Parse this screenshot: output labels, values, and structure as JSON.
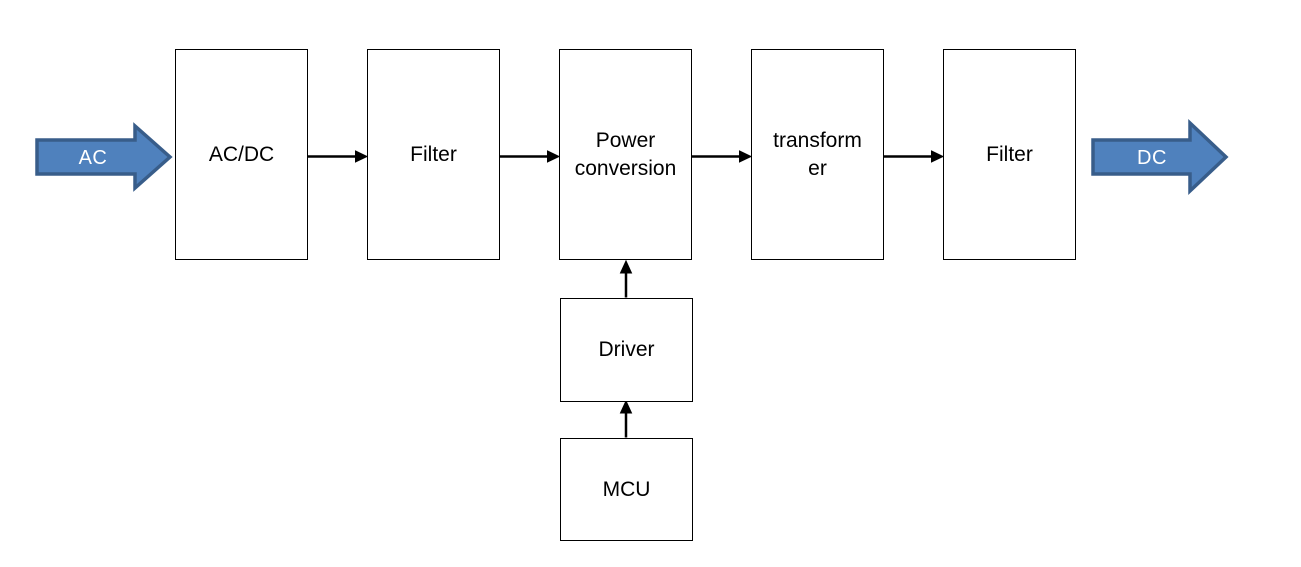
{
  "io": {
    "input_label": "AC",
    "output_label": "DC"
  },
  "stages": [
    {
      "label": "AC/DC"
    },
    {
      "label": "Filter"
    },
    {
      "label": "Power\nconversion"
    },
    {
      "label": "transform\ner"
    },
    {
      "label": "Filter"
    }
  ],
  "control": [
    {
      "label": "Driver"
    },
    {
      "label": "MCU"
    }
  ],
  "colors": {
    "background": "#ffffff",
    "box_border": "#000000",
    "box_text": "#000000",
    "connector": "#000000",
    "block_arrow_fill": "#4f81bd",
    "block_arrow_border": "#385d8a",
    "block_arrow_text": "#ffffff"
  }
}
